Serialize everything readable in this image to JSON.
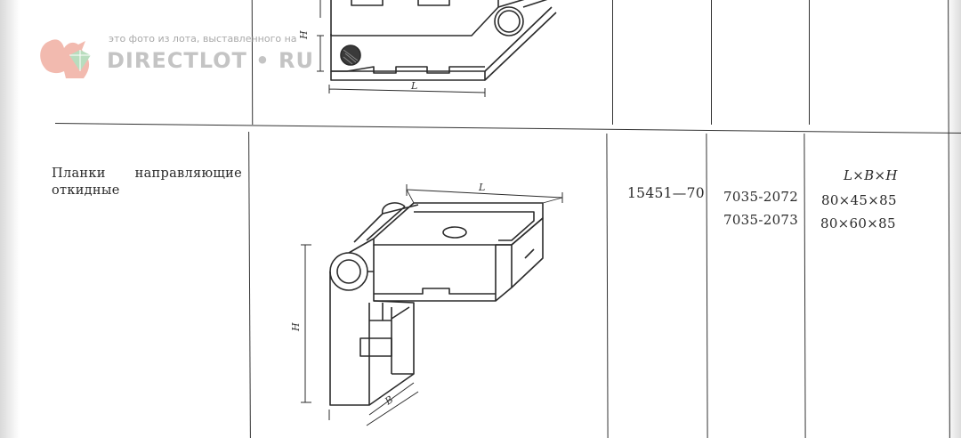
{
  "watermark": {
    "caption": "это фото из лота, выставленного на",
    "brand": "DIRECTLOT",
    "dot": "•",
    "domain": "RU"
  },
  "row": {
    "name_words": [
      "Планки",
      "направляющие"
    ],
    "name_line2": "откидные",
    "standard": "15451—70",
    "codes": [
      "7035-2072",
      "7035-2073"
    ],
    "dimension_header": "L×B×H",
    "dimensions": [
      "80×45×85",
      "80×60×85"
    ]
  },
  "drawing_labels": {
    "top_length": "L",
    "top_height": "H",
    "bottom_length": "L",
    "bottom_height": "H",
    "bottom_width": "B"
  }
}
